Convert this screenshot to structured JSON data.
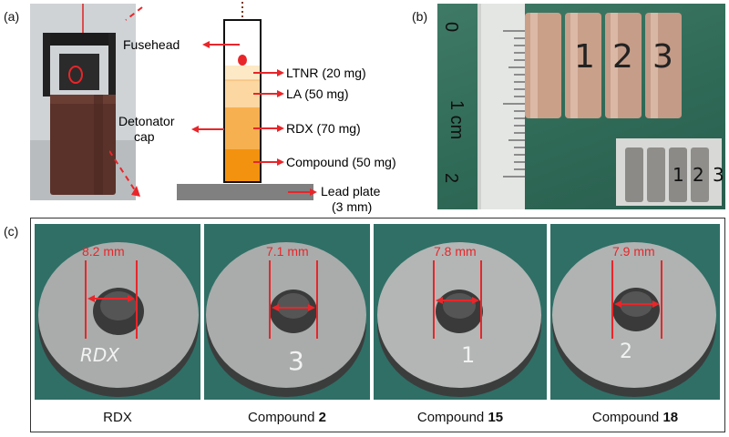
{
  "panel_a": {
    "letter": "(a)",
    "labels": {
      "fusehead": "Fusehead",
      "ltnr": "LTNR (20 mg)",
      "la": "LA (50 mg)",
      "rdx": "RDX (70 mg)",
      "compound": "Compound (50 mg)",
      "detonator_line1": "Detonator",
      "detonator_line2": "cap",
      "lead_line1": "Lead plate",
      "lead_line2": "(3 mm)"
    },
    "colors": {
      "arrow": "#e8262a",
      "ltnr": "#fde9c6",
      "la": "#fcd7a2",
      "rdx": "#f7b04f",
      "compound": "#f3920f",
      "plate": "#808080"
    }
  },
  "panel_b": {
    "letter": "(b)",
    "ruler": {
      "zero": "0",
      "one": "1 cm",
      "two": "2"
    },
    "cylinder_labels": [
      "1",
      "2",
      "3"
    ],
    "inset_labels": [
      "1",
      "2",
      "3"
    ]
  },
  "panel_c": {
    "letter": "(c)",
    "samples": [
      {
        "measure": "8.2 mm",
        "marking": "RDX",
        "caption_prefix": "RDX",
        "caption_bold": ""
      },
      {
        "measure": "7.1 mm",
        "marking": "3",
        "caption_prefix": "Compound ",
        "caption_bold": "2"
      },
      {
        "measure": "7.8 mm",
        "marking": "1",
        "caption_prefix": "Compound ",
        "caption_bold": "15"
      },
      {
        "measure": "7.9 mm",
        "marking": "2",
        "caption_prefix": "Compound ",
        "caption_bold": "18"
      }
    ],
    "colors": {
      "measure": "#e8262a",
      "felt": "#2f6f66",
      "lead": "#a9acab"
    }
  }
}
